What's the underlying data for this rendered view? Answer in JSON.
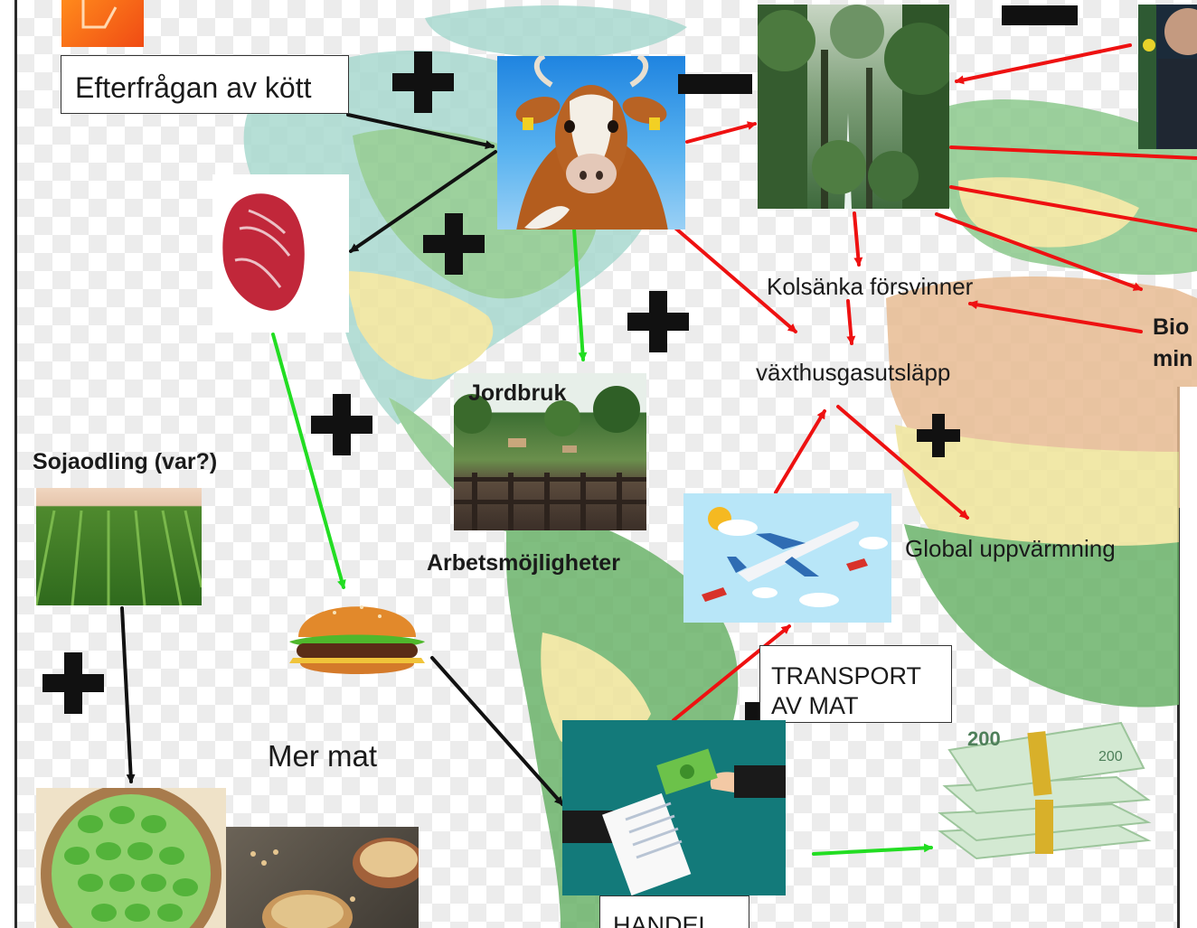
{
  "labels": {
    "demand": "Efterfrågan av kött",
    "carbon_sink": "Kolsänka försvinner",
    "emissions": "växthusgasutsläpp",
    "bio_line1": "Bio",
    "bio_line2": "min",
    "agriculture": "Jordbruk",
    "soy": "Sojaodling (var?)",
    "jobs": "Arbetsmöjligheter",
    "warming": "Global uppvärmning",
    "transport_line1": "TRANSPORT",
    "transport_line2": "AV MAT",
    "more_food": "Mer mat",
    "trade": "HANDEL"
  },
  "money_notes": [
    "200",
    "200"
  ],
  "colors": {
    "causal_black": "#111111",
    "causal_red": "#ee1111",
    "causal_green": "#22dd22",
    "map_ocean": "#a9d9cf",
    "map_green": "#6bb36a",
    "map_yellow": "#efe49a",
    "map_desert": "#e8bc93"
  }
}
